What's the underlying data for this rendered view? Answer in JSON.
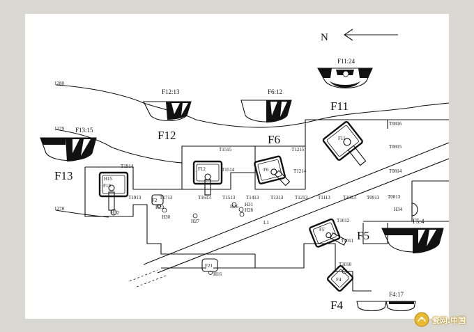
{
  "north": {
    "letter": "N"
  },
  "contours": [
    "1280",
    "1279",
    "1278"
  ],
  "kilns": {
    "F11": {
      "name": "F11",
      "vessel": "F11:24",
      "kiln_label": "F11"
    },
    "F12": {
      "name": "F12",
      "vessel": "F12:13",
      "kiln_label": "F12"
    },
    "F6": {
      "name": "F6",
      "vessel": "F6:12",
      "kiln_label": "F6"
    },
    "F13": {
      "name": "F13",
      "vessel": "F13:15",
      "kiln_label": "F13"
    },
    "F5": {
      "name": "F5",
      "vessel": "F5:4",
      "kiln_label": "F5'"
    },
    "F4": {
      "name": "F4",
      "vessel": "F4:17",
      "kiln_label": "F4"
    }
  },
  "trenches": [
    "T0816",
    "T0815",
    "T0814",
    "T0813",
    "T1515",
    "T1514",
    "T1215",
    "T1214",
    "T1914",
    "T1913",
    "T1713",
    "T1613",
    "T1513",
    "T1413",
    "T1313",
    "T1213",
    "T1113",
    "T1013",
    "T0913",
    "T1012",
    "T1011",
    "T1010"
  ],
  "pits": [
    "H15",
    "H32",
    "H29",
    "H30",
    "H27",
    "H26",
    "H31",
    "H28",
    "H34",
    "H16"
  ],
  "kiln_marks": {
    "F13_inner": "F13",
    "F21": "F21",
    "F2_partial": "F2"
  },
  "road": "L1",
  "watermark": "瓷网.中国"
}
